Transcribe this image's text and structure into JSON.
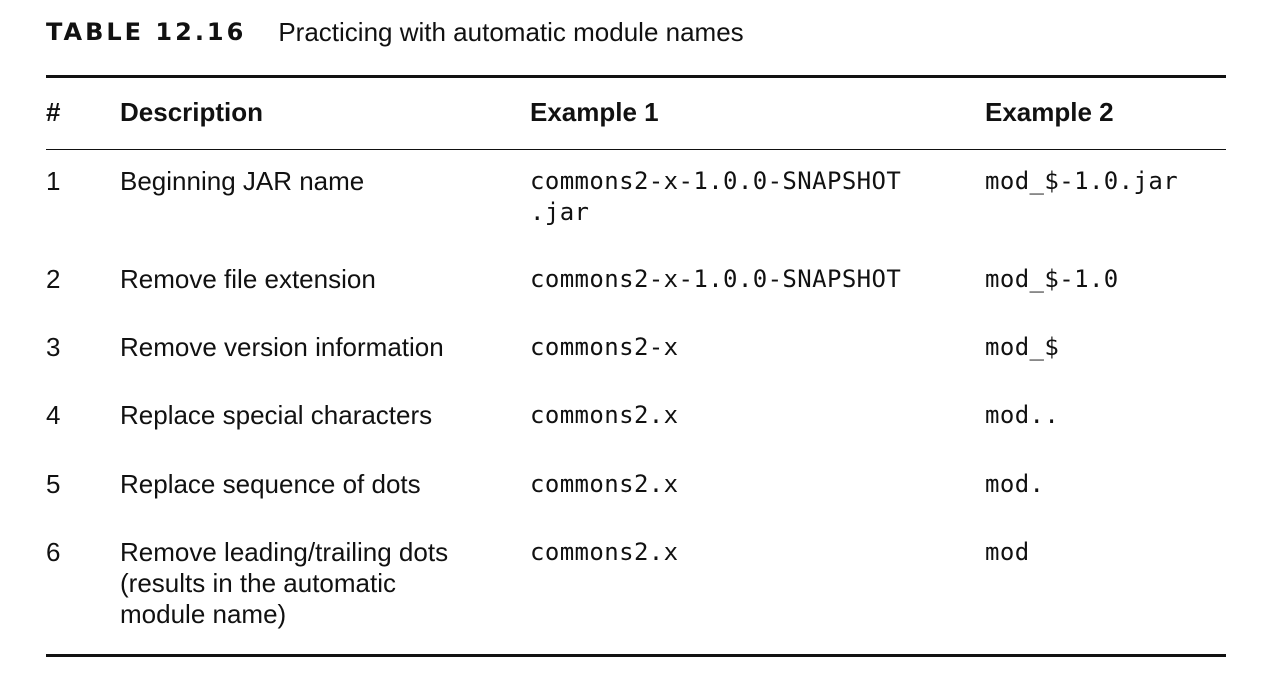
{
  "caption": {
    "label": "TABLE 12.16",
    "title": "Practicing with automatic module names"
  },
  "columns": [
    "#",
    "Description",
    "Example 1",
    "Example 2"
  ],
  "rows": [
    {
      "num": "1",
      "description": [
        "Beginning JAR name"
      ],
      "example1": [
        "commons2-x-1.0.0-SNAPSHOT",
        ".jar"
      ],
      "example2": [
        "mod_$-1.0.jar"
      ]
    },
    {
      "num": "2",
      "description": [
        "Remove file extension"
      ],
      "example1": [
        "commons2-x-1.0.0-SNAPSHOT"
      ],
      "example2": [
        "mod_$-1.0"
      ]
    },
    {
      "num": "3",
      "description": [
        "Remove version information"
      ],
      "example1": [
        "commons2-x"
      ],
      "example2": [
        "mod_$"
      ]
    },
    {
      "num": "4",
      "description": [
        "Replace special characters"
      ],
      "example1": [
        "commons2.x"
      ],
      "example2": [
        "mod.."
      ]
    },
    {
      "num": "5",
      "description": [
        "Replace sequence of dots"
      ],
      "example1": [
        "commons2.x"
      ],
      "example2": [
        "mod."
      ]
    },
    {
      "num": "6",
      "description": [
        "Remove leading/trailing dots",
        "(results in the automatic",
        "module name)"
      ],
      "example1": [
        "commons2.x"
      ],
      "example2": [
        "mod"
      ]
    }
  ]
}
